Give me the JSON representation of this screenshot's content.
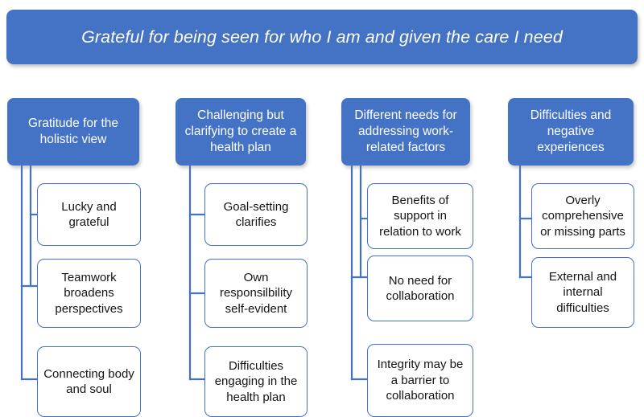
{
  "diagram": {
    "type": "hierarchy-chart",
    "accent_color": "#4472C4",
    "box_fill_color": "#FFFFFF",
    "text_color_on_accent": "#FFFFFF",
    "text_color_on_white": "#141414",
    "banner": {
      "title": "Grateful for being seen for who I am and given the care I need"
    },
    "columns": [
      {
        "category": "Gratitude for the holistic view",
        "children": [
          "Lucky and grateful",
          "Teamwork broadens perspectives",
          "Connecting body and soul"
        ]
      },
      {
        "category": "Challenging but clarifying to create a health plan",
        "children": [
          "Goal-setting clarifies",
          "Own responsilbility self-evident",
          "Difficulties engaging in the health plan"
        ]
      },
      {
        "category": "Different needs for addressing work-related factors",
        "children": [
          "Benefits of support in relation to work",
          "No need for collaboration",
          "Integrity may be a barrier to collaboration"
        ]
      },
      {
        "category": "Difficulties and negative experiences",
        "children": [
          "Overly comprehensive or missing parts",
          "External and internal difficulties"
        ]
      }
    ]
  }
}
